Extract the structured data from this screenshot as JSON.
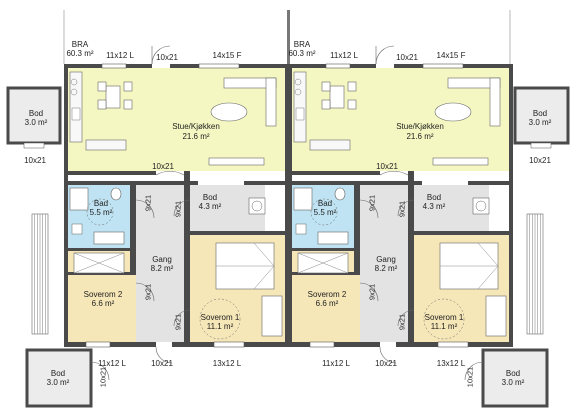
{
  "legend": {
    "bra_label": "BRA",
    "bra_value": "60.3 m²"
  },
  "rooms": {
    "stue": {
      "name": "Stue/Kjøkken",
      "area": "21.6 m²"
    },
    "bad": {
      "name": "Bad",
      "area": "5.5 m²"
    },
    "bod_inner": {
      "name": "Bod",
      "area": "4.3 m²"
    },
    "gang": {
      "name": "Gang",
      "area": "8.2 m²"
    },
    "soverom2": {
      "name": "Soverom 2",
      "area": "6.6 m²"
    },
    "soverom1": {
      "name": "Soverom 1",
      "area": "11.1 m²"
    },
    "bod_outer_top": {
      "name": "Bod",
      "area": "3.0 m²"
    },
    "bod_outer_bottom": {
      "name": "Bod",
      "area": "3.0 m²"
    }
  },
  "windows": {
    "w_11x12": "11x12 L",
    "w_14x15": "14x15 F",
    "w_13x12": "13x12 L",
    "door_10x21": "10x21",
    "door_9x21": "9x21"
  },
  "colors": {
    "wall": "#4a4a4a",
    "stue": "#f5f7c2",
    "bad": "#bfe3f2",
    "bod": "#e3e3e3",
    "gang": "#e3e3e3",
    "soverom": "#f6e7b8",
    "outer_bod": "#ececec"
  }
}
